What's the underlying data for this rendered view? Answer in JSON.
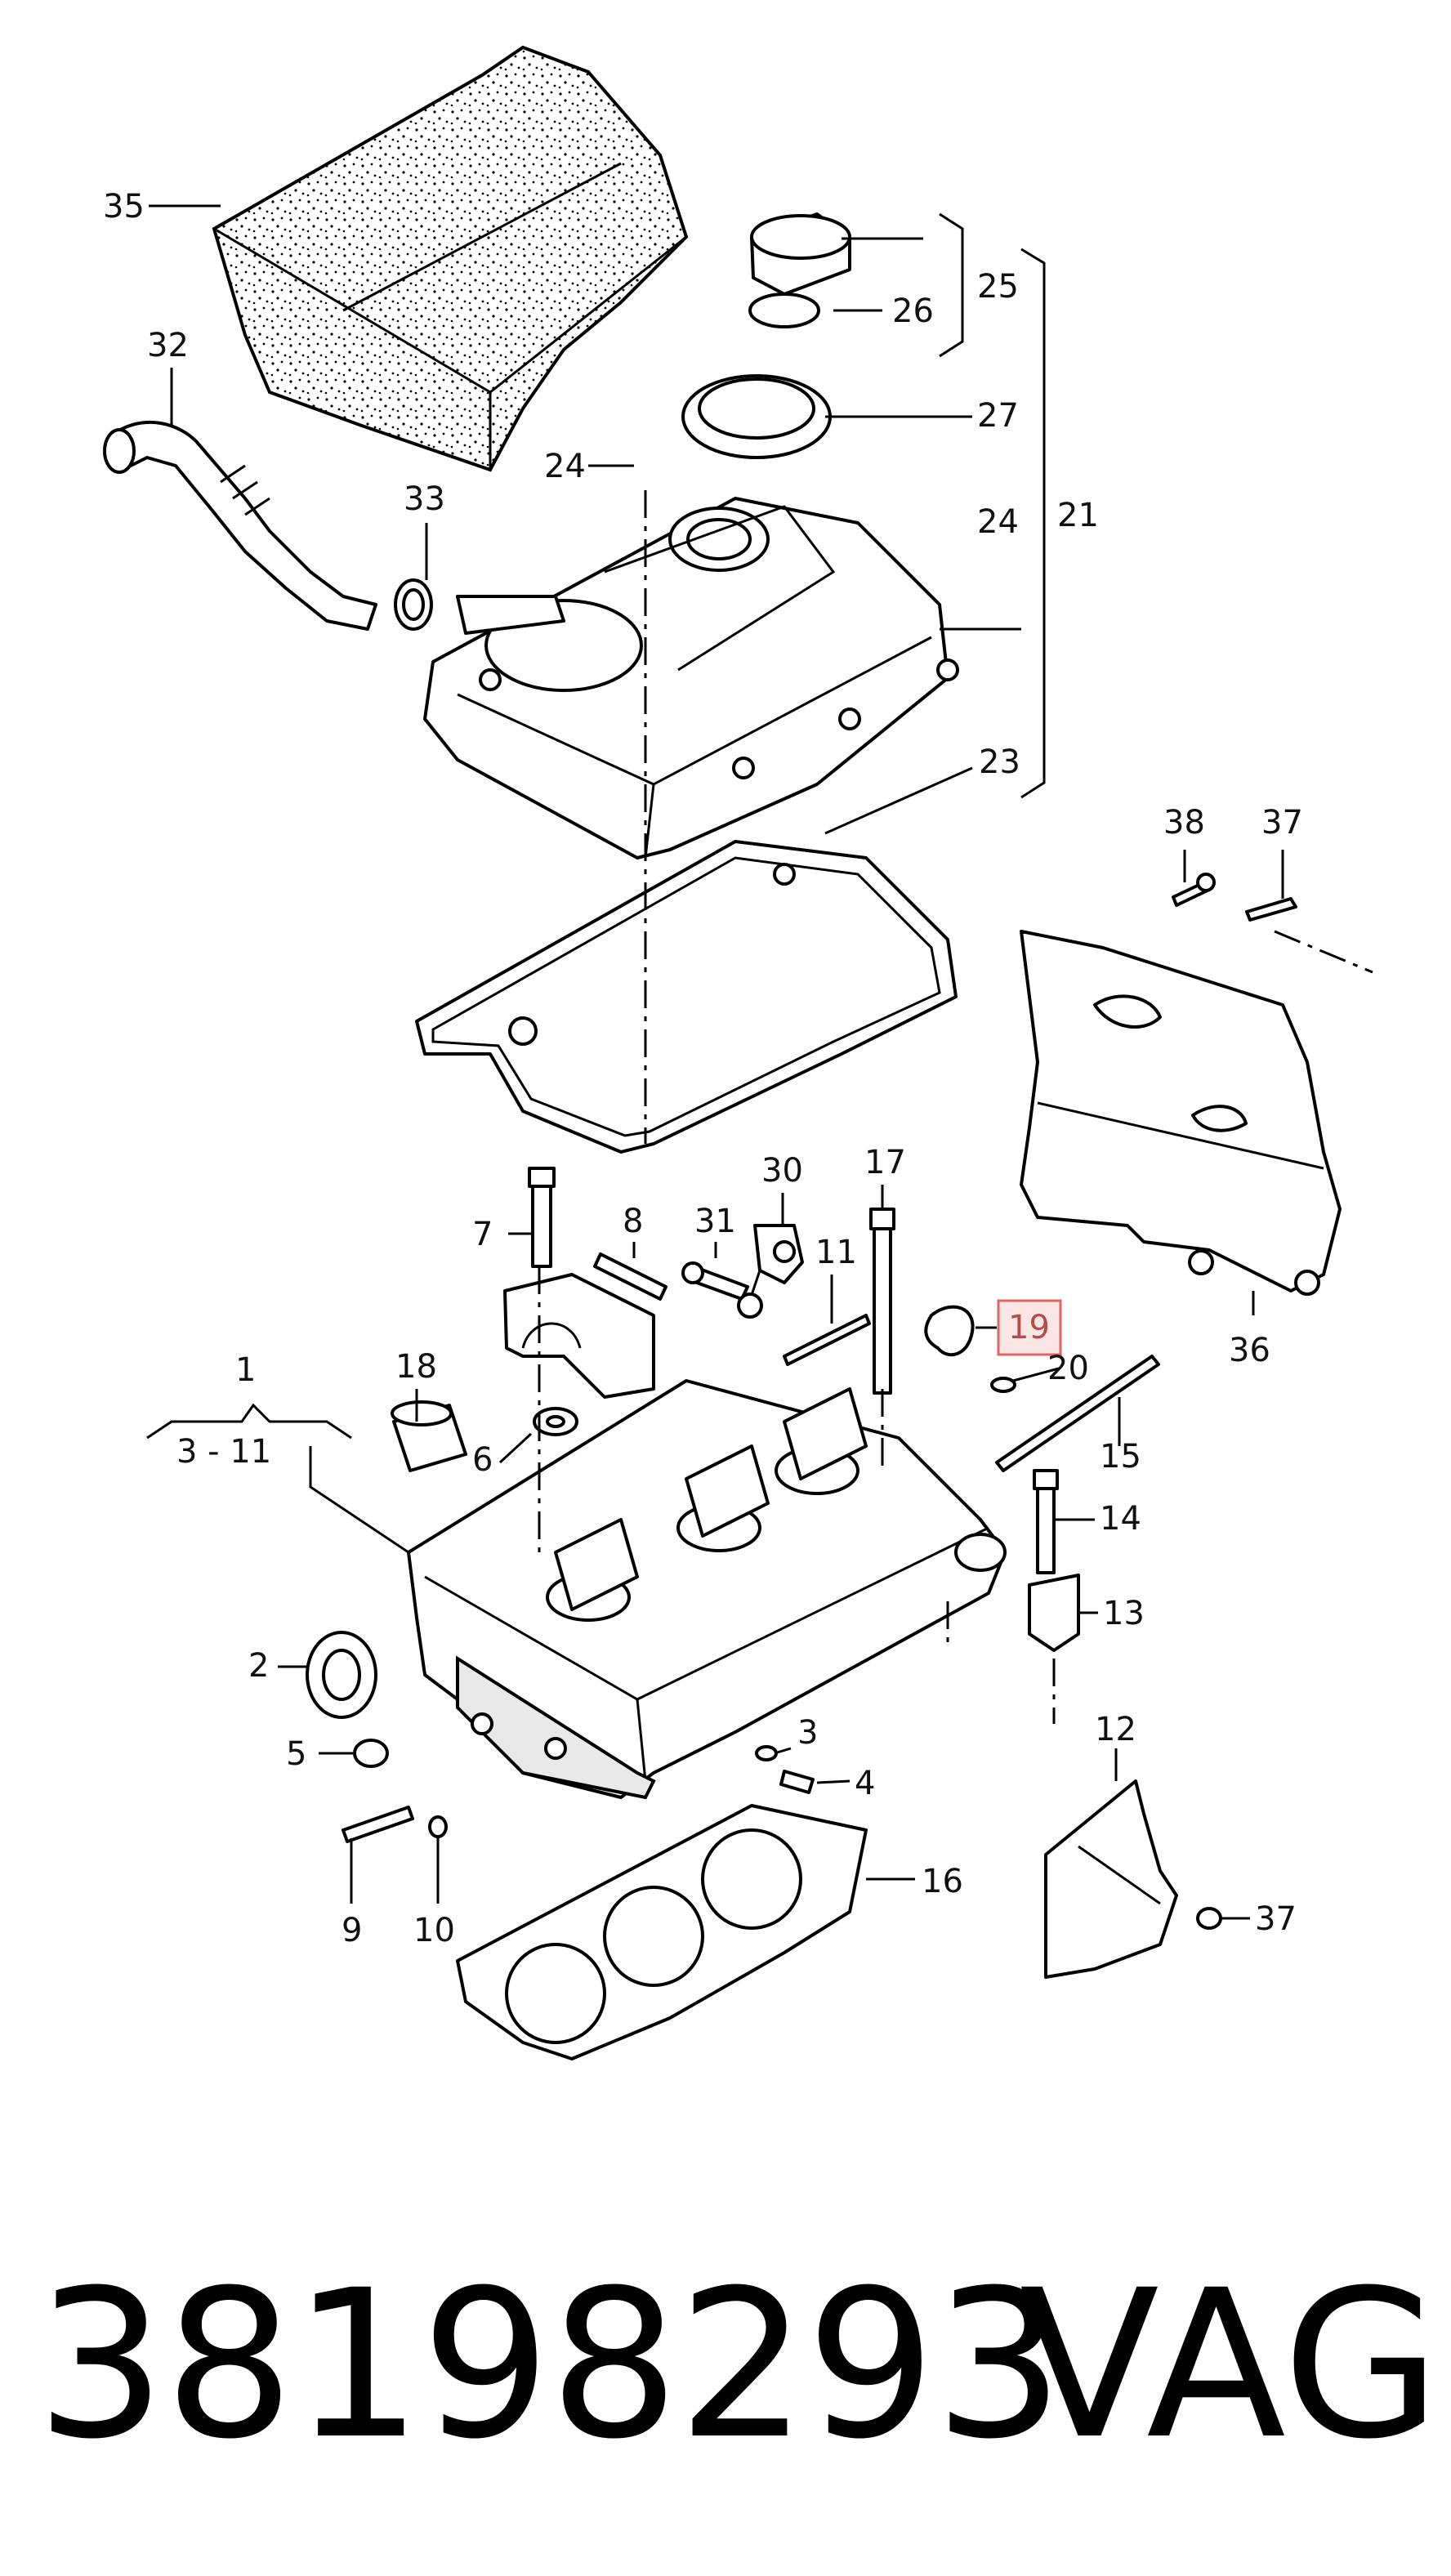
{
  "diagram": {
    "callouts": [
      "35",
      "32",
      "33",
      "24",
      "26",
      "25",
      "27",
      "24",
      "21",
      "23",
      "38",
      "37",
      "7",
      "8",
      "31",
      "30",
      "17",
      "11",
      "19",
      "20",
      "1",
      "3 - 11",
      "18",
      "6",
      "36",
      "15",
      "14",
      "13",
      "2",
      "5",
      "3",
      "4",
      "9",
      "10",
      "12",
      "16",
      "37"
    ],
    "highlighted": "19",
    "highlight_color": "#e06666"
  },
  "footer": {
    "part_number": "38198293",
    "brand": "VAG"
  }
}
